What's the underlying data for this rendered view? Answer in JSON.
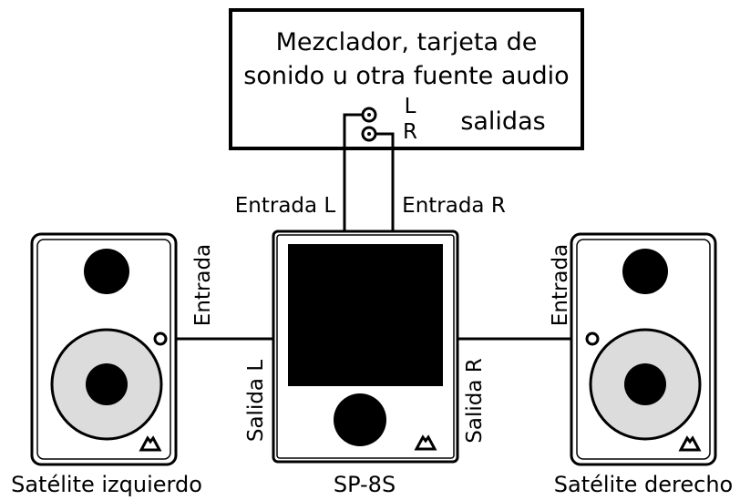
{
  "source_box": {
    "title_line1": "Mezclador, tarjeta de",
    "title_line2": "sonido u otra fuente audio",
    "jack_l": "L",
    "jack_r": "R",
    "outputs_label": "salidas"
  },
  "connections": {
    "input_l": "Entrada L",
    "input_r": "Entrada R",
    "output_l": "Salida L",
    "output_r": "Salida R",
    "left_speaker_input": "Entrada",
    "right_speaker_input": "Entrada"
  },
  "devices": {
    "left_satellite": "Satélite izquierdo",
    "subwoofer": "SP-8S",
    "right_satellite": "Satélite derecho"
  },
  "colors": {
    "line": "#000000",
    "woofer_cone": "#dcdcdc",
    "background": "#ffffff"
  },
  "icons": {
    "logo": "mountain-logo-icon",
    "jack": "rca-jack-icon"
  }
}
